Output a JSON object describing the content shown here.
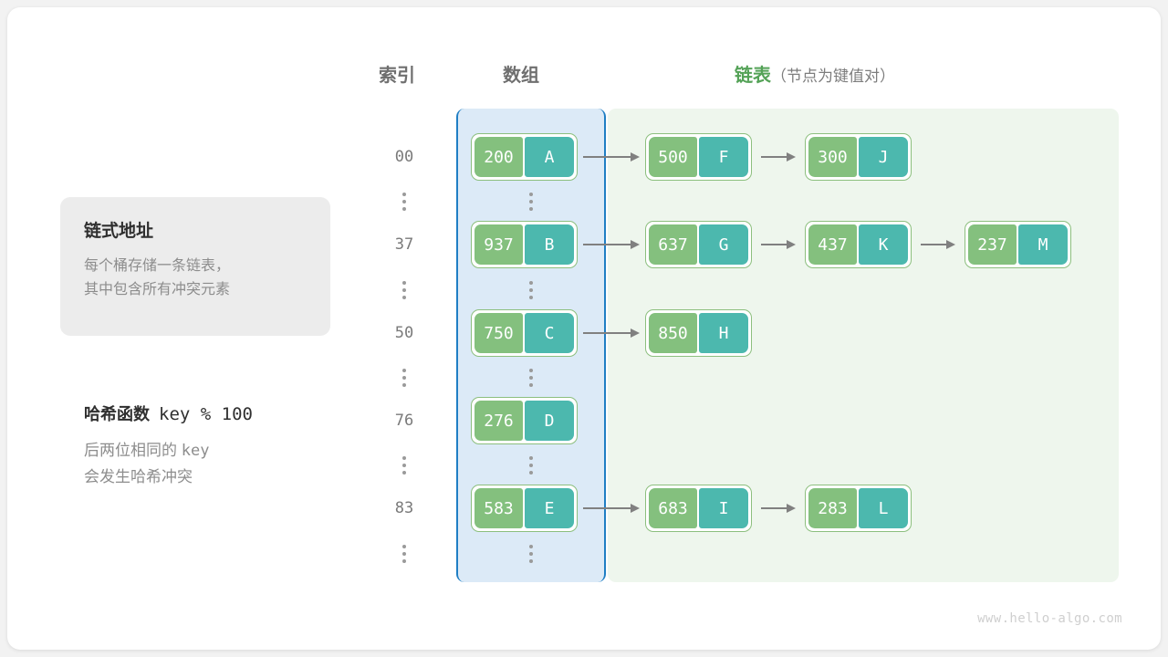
{
  "headers": {
    "index": "索引",
    "array": "数组",
    "list": "链表",
    "list_sub": "（节点为键值对）"
  },
  "info_card": {
    "title": "链式地址",
    "line1": "每个桶存储一条链表，",
    "line2": "其中包含所有冲突元素"
  },
  "hash_note": {
    "title_label": "哈希函数",
    "title_expr": "key % 100",
    "desc1a": "后两位相同的",
    "desc1b": "key",
    "desc2": "会发生哈希冲突"
  },
  "watermark": "www.hello-algo.com",
  "colors": {
    "key_cell": "#84c07e",
    "value_cell": "#4cb8ae",
    "node_border": "#8cbf7e",
    "array_bg": "#dceaf7",
    "array_border": "#1f7ec4",
    "list_bg": "#eef6ed",
    "list_header": "#54a257",
    "arrow": "#808080",
    "card_bg": "#ececec"
  },
  "ellipsis": "⋮",
  "buckets": [
    {
      "index": "00",
      "nodes": [
        {
          "key": "200",
          "value": "A"
        },
        {
          "key": "500",
          "value": "F"
        },
        {
          "key": "300",
          "value": "J"
        }
      ]
    },
    {
      "index": "37",
      "nodes": [
        {
          "key": "937",
          "value": "B"
        },
        {
          "key": "637",
          "value": "G"
        },
        {
          "key": "437",
          "value": "K"
        },
        {
          "key": "237",
          "value": "M"
        }
      ]
    },
    {
      "index": "50",
      "nodes": [
        {
          "key": "750",
          "value": "C"
        },
        {
          "key": "850",
          "value": "H"
        }
      ]
    },
    {
      "index": "76",
      "nodes": [
        {
          "key": "276",
          "value": "D"
        }
      ]
    },
    {
      "index": "83",
      "nodes": [
        {
          "key": "583",
          "value": "E"
        },
        {
          "key": "683",
          "value": "I"
        },
        {
          "key": "283",
          "value": "L"
        }
      ]
    }
  ]
}
